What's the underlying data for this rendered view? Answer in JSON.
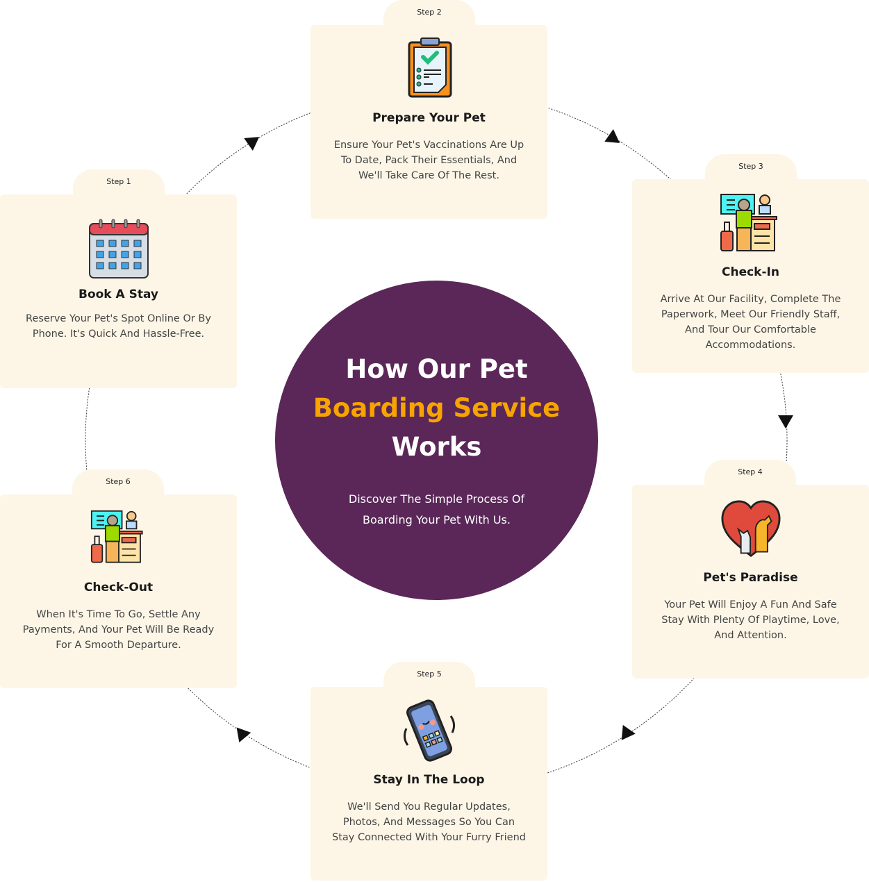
{
  "center": {
    "line1": "How Our Pet",
    "line2": "Boarding Service",
    "line3": "Works",
    "subtitle": "Discover The Simple Process Of Boarding Your Pet With Us."
  },
  "steps": [
    {
      "tab": "Step 1",
      "title": "Book A Stay",
      "desc": "Reserve Your Pet's Spot Online Or By Phone. It's Quick And Hassle-Free.",
      "icon": "calendar-icon"
    },
    {
      "tab": "Step 2",
      "title": "Prepare Your Pet",
      "desc": "Ensure Your Pet's Vaccinations Are Up To Date, Pack Their Essentials, And We'll Take Care Of The Rest.",
      "icon": "clipboard-check-icon"
    },
    {
      "tab": "Step 3",
      "title": "Check-In",
      "desc": "Arrive At Our Facility, Complete The Paperwork, Meet Our Friendly Staff, And Tour Our Comfortable Accommodations.",
      "icon": "reception-desk-icon"
    },
    {
      "tab": "Step 4",
      "title": "Pet's Paradise",
      "desc": "Your Pet Will Enjoy A Fun And Safe Stay With Plenty Of Playtime, Love, And Attention.",
      "icon": "heart-pets-icon"
    },
    {
      "tab": "Step 5",
      "title": "Stay In The Loop",
      "desc": "We'll Send You Regular Updates, Photos, And Messages So You Can Stay Connected With Your Furry Friend",
      "icon": "phone-vibrate-icon"
    },
    {
      "tab": "Step 6",
      "title": "Check-Out",
      "desc": "When It's Time To Go, Settle Any Payments, And Your Pet Will Be Ready For A Smooth Departure.",
      "icon": "reception-desk-icon"
    }
  ],
  "colors": {
    "accent": "#f7a400",
    "circle": "#5a2758",
    "card": "#fdf6e7"
  }
}
